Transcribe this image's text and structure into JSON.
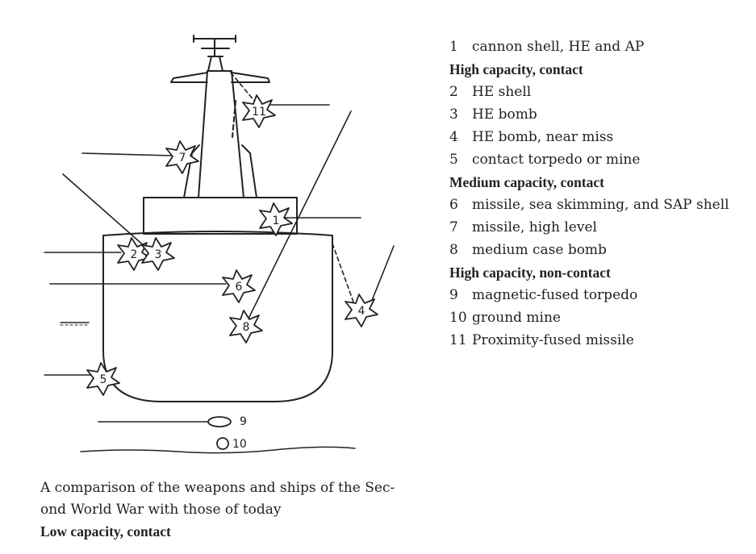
{
  "legend": [
    {
      "type": "item",
      "number": "1",
      "text": "cannon shell, HE and AP"
    },
    {
      "type": "heading",
      "text": "High capacity, contact"
    },
    {
      "type": "item",
      "number": "2",
      "text": "HE shell"
    },
    {
      "type": "item",
      "number": "3",
      "text": "HE bomb"
    },
    {
      "type": "item",
      "number": "4",
      "text": "HE bomb, near miss"
    },
    {
      "type": "item",
      "number": "5",
      "text": "contact torpedo or mine"
    },
    {
      "type": "heading",
      "text": "Medium capacity, contact"
    },
    {
      "type": "item",
      "number": "6",
      "text": "missile, sea skimming, and SAP shell"
    },
    {
      "type": "item",
      "number": "7",
      "text": "missile, high level"
    },
    {
      "type": "item",
      "number": "8",
      "text": "medium case bomb"
    },
    {
      "type": "heading",
      "text": "High capacity, non-contact"
    },
    {
      "type": "item",
      "number": "9",
      "text": "magnetic-fused torpedo"
    },
    {
      "type": "item",
      "number": "10",
      "text": "ground mine"
    },
    {
      "type": "item",
      "number": "11",
      "text": "Proximity-fused missile"
    }
  ],
  "figure": {
    "markers": [
      "1",
      "2",
      "3",
      "4",
      "5",
      "6",
      "7",
      "8",
      "9",
      "10",
      "11"
    ]
  },
  "caption": {
    "line1": "A comparison of the weapons and ships of the Sec-",
    "line2": "ond World War with those of today",
    "heading": "Low capacity, contact"
  }
}
